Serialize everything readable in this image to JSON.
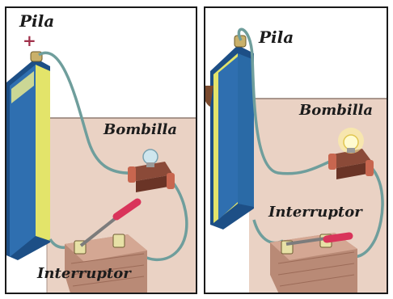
{
  "colors": {
    "battery_body": "#2f6fb0",
    "battery_stripe": "#e3e46a",
    "table": "#ead2c4",
    "wire": "#6f9e9c",
    "bulb_on": "#fff3a0",
    "bulb_off": "#cfe6ee",
    "switch_handle": "#d9345a",
    "switch_base": "#b98a76"
  },
  "left_diagram": {
    "battery_label": "Pila",
    "bulb_label": "Bombilla",
    "switch_label": "Interruptor",
    "positive_sign": "+",
    "switch_state": "open",
    "bulb_state": "off"
  },
  "right_diagram": {
    "battery_label": "Pila",
    "bulb_label": "Bombilla",
    "switch_label": "Interruptor",
    "switch_state": "closed",
    "bulb_state": "on"
  }
}
